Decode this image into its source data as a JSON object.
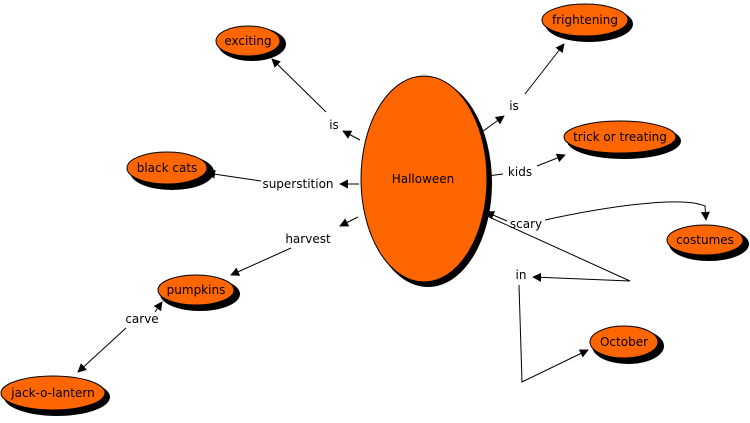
{
  "colors": {
    "node_fill": "#ff6600",
    "node_stroke": "#000000",
    "shadow": "#000000",
    "line": "#000000",
    "background": "#ffffff"
  },
  "nodes": {
    "halloween": "Halloween",
    "exciting": "exciting",
    "frightening": "frightening",
    "trick_or_treating": "trick or treating",
    "black_cats": "black cats",
    "costumes": "costumes",
    "pumpkins": "pumpkins",
    "october": "October",
    "jack_o_lantern": "jack-o-lantern"
  },
  "links": {
    "is_exciting": "is",
    "is_frightening": "is",
    "kids": "kids",
    "superstition": "superstition",
    "scary": "scary",
    "harvest": "harvest",
    "in": "in",
    "carve": "carve"
  }
}
